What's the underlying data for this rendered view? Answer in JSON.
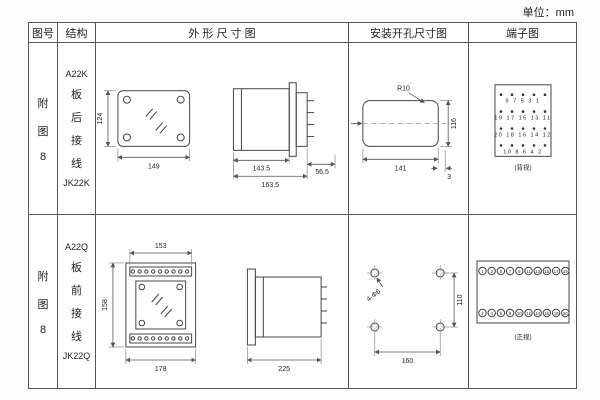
{
  "unit_label": "单位：mm",
  "headers": {
    "fig": "图号",
    "structure": "结构",
    "outline": "外 形 尺 寸 图",
    "mounting": "安装开孔尺寸图",
    "terminal": "端子图"
  },
  "rows": [
    {
      "fig": [
        "附",
        "图",
        "8"
      ],
      "structure": [
        "A22K",
        "板",
        "后",
        "接",
        "线",
        "JK22K"
      ],
      "outline": {
        "h": "124",
        "w": "149",
        "l1": "143.5",
        "l2": "163.5",
        "l3": "56.5"
      },
      "mounting": {
        "radius": "R10",
        "h": "116",
        "w": "141",
        "edge": "3"
      },
      "terminal": {
        "rows": [
          "9 7 5 3 1",
          "19 17 15 13 11",
          "20 18 16 14 12",
          "10 8 6 4 2"
        ],
        "view": "(背视)"
      }
    },
    {
      "fig": [
        "附",
        "图",
        "8"
      ],
      "structure": [
        "A22Q",
        "板",
        "前",
        "接",
        "线",
        "JK22Q"
      ],
      "outline": {
        "top": "153",
        "h": "158",
        "w": "178",
        "side": "225"
      },
      "mounting": {
        "holes": "4-Φ6",
        "h": "110",
        "w": "160"
      },
      "terminal": {
        "top": [
          "1",
          "3",
          "5",
          "7",
          "9",
          "11",
          "13",
          "15",
          "17",
          "19"
        ],
        "bottom": [
          "2",
          "4",
          "6",
          "8",
          "10",
          "12",
          "14",
          "16",
          "18",
          "20"
        ],
        "view": "(正视)"
      }
    }
  ]
}
